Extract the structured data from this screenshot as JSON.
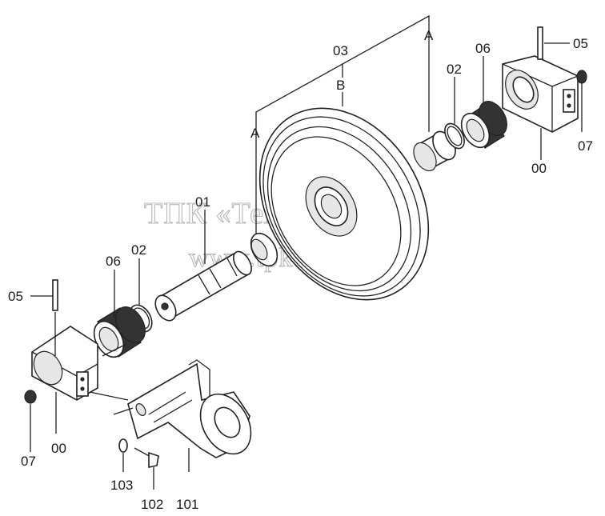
{
  "watermark": {
    "line1": "ТПК «Техно-Сиб»",
    "line2": "www.tpkts.ru"
  },
  "labels": {
    "a_top": "A",
    "a_left": "A",
    "b": "B",
    "n03": "03",
    "n01": "01",
    "n02_left": "02",
    "n02_right": "02",
    "n06_left": "06",
    "n06_right": "06",
    "n05_left": "05",
    "n05_right": "05",
    "n07_left": "07",
    "n07_right": "07",
    "n00_left": "00",
    "n00_right": "00",
    "n103": "103",
    "n102": "102",
    "n101": "101"
  }
}
